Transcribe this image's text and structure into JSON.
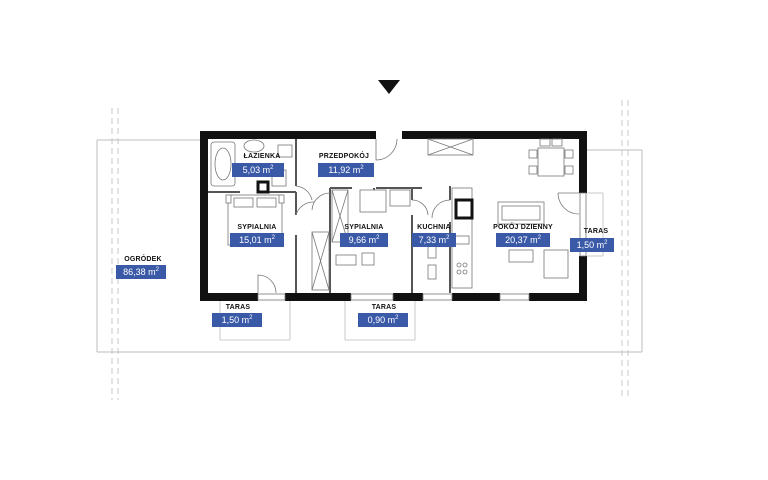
{
  "rooms": [
    {
      "id": "lazienka",
      "name": "ŁAZIENKA",
      "area": "5,03 m"
    },
    {
      "id": "przedpokoj",
      "name": "PRZEDPOKÓJ",
      "area": "11,92 m"
    },
    {
      "id": "sypialnia1",
      "name": "SYPIALNIA",
      "area": "15,01 m"
    },
    {
      "id": "sypialnia2",
      "name": "SYPIALNIA",
      "area": "9,66 m"
    },
    {
      "id": "kuchnia",
      "name": "KUCHNIA",
      "area": "7,33 m"
    },
    {
      "id": "pokoj",
      "name": "POKÓJ DZIENNY",
      "area": "20,37 m"
    },
    {
      "id": "taras_right",
      "name": "TARAS",
      "area": "1,50 m"
    },
    {
      "id": "taras_left",
      "name": "TARAS",
      "area": "1,50 m"
    },
    {
      "id": "taras_mid",
      "name": "TARAS",
      "area": "0,90 m"
    },
    {
      "id": "ogrodek",
      "name": "OGRÓDEK",
      "area": "86,38 m"
    }
  ],
  "unit_exponent": "2",
  "colors": {
    "label_bg": "#3a5aa8",
    "wall": "#111111",
    "thin": "#9a9a9a"
  },
  "icons": {
    "entrance": "entrance-arrow-icon"
  }
}
